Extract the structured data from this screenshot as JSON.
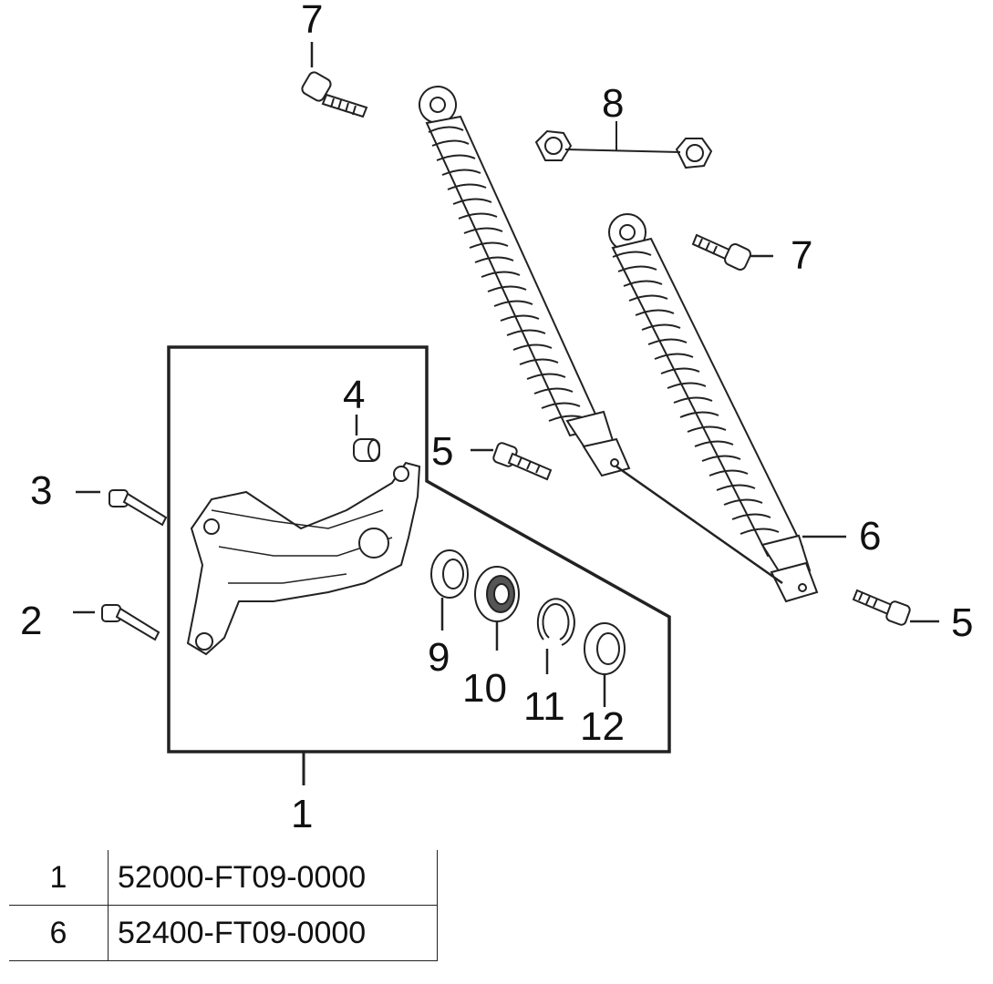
{
  "callouts": {
    "c1": "1",
    "c2": "2",
    "c3": "3",
    "c4": "4",
    "c5a": "5",
    "c5b": "5",
    "c6": "6",
    "c7a": "7",
    "c7b": "7",
    "c8": "8",
    "c9": "9",
    "c10": "10",
    "c11": "11",
    "c12": "12"
  },
  "parts_table": {
    "rows": [
      {
        "ref": "1",
        "part_no": "52000-FT09-0000"
      },
      {
        "ref": "6",
        "part_no": "52400-FT09-0000"
      }
    ]
  },
  "colors": {
    "line": "#222222",
    "part_fill": "#ffffff"
  }
}
